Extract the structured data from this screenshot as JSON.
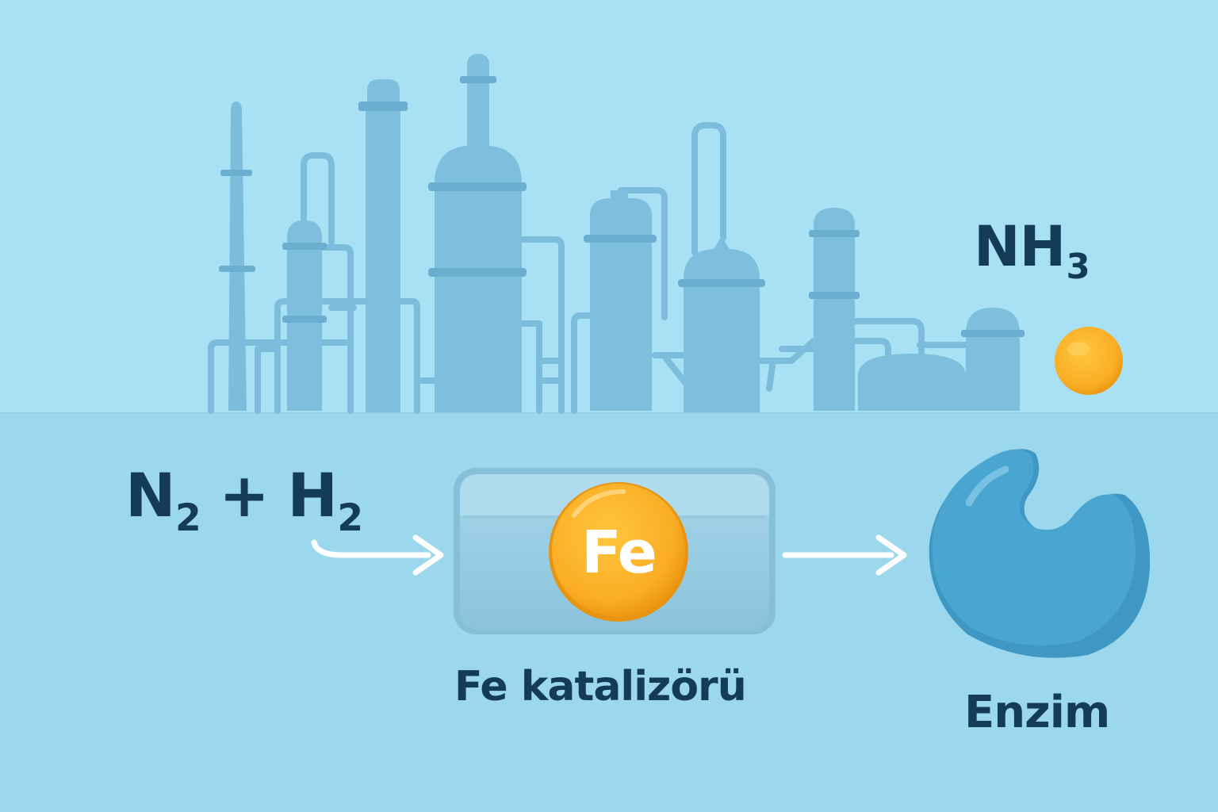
{
  "reactants": {
    "n": "N",
    "n_sub": "2",
    "plus": " + ",
    "h": "H",
    "h_sub": "2"
  },
  "product": {
    "nh": "NH",
    "nh_sub": "3"
  },
  "catalyst": {
    "symbol": "Fe",
    "caption": "Fe katalizörü"
  },
  "enzyme": {
    "caption": "Enzim"
  },
  "colors": {
    "sky": "#a6e0f3",
    "ground": "#9cd8ed",
    "plant": "#7ebfdd",
    "plant_dark": "#6aaed0",
    "label_text": "#143c59",
    "catalyst_orange": "#f7a823",
    "enzyme_blue": "#4aa6d0",
    "arrow": "#ffffff"
  },
  "icons": [
    "industrial-plant",
    "ammonia-molecule",
    "flow-arrow",
    "iron-atom",
    "enzyme-shape"
  ]
}
